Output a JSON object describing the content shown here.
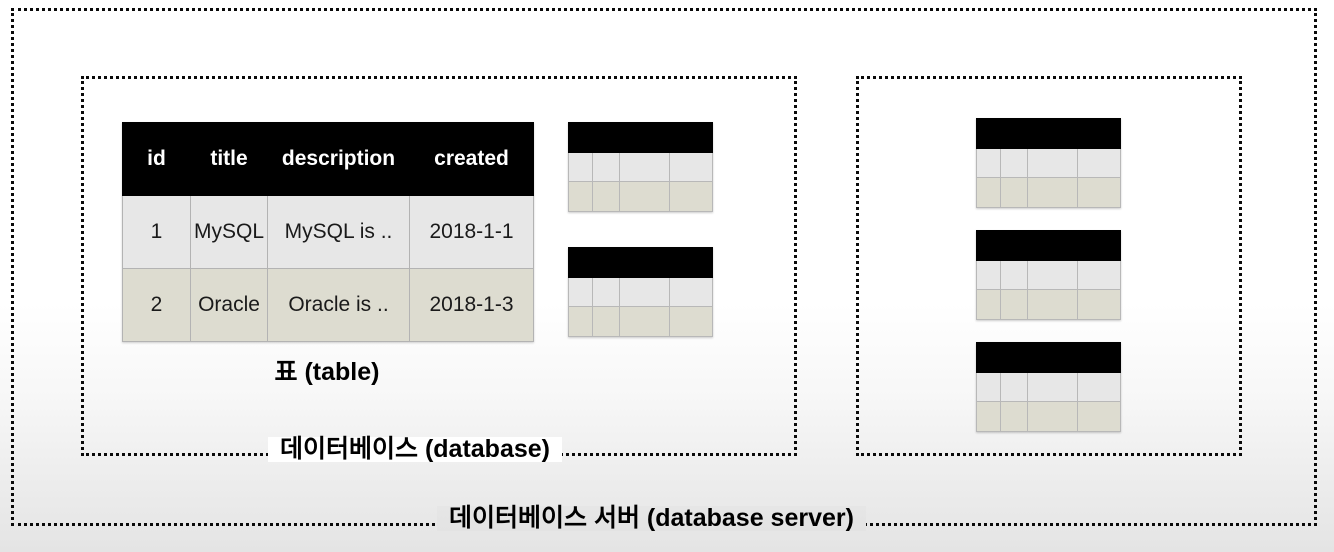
{
  "diagram": {
    "title_outer": "데이터베이스 서버 (database server)",
    "title_inner": "데이터베이스 (database)",
    "table_caption": "표 (table)",
    "colors": {
      "header_bg": "#000000",
      "header_text": "#ffffff",
      "row_odd_bg": "#e7e7e7",
      "row_even_bg": "#dddcd0",
      "border": "#b3b3b3",
      "dotted_border": "#0a0a0a",
      "page_bg_top": "#ffffff",
      "page_bg_bottom": "#e4e4e4"
    }
  },
  "table": {
    "columns": [
      "id",
      "title",
      "description",
      "created"
    ],
    "rows": [
      {
        "id": "1",
        "title": "MySQL",
        "description": "MySQL is ..",
        "created": "2018-1-1"
      },
      {
        "id": "2",
        "title": "Oracle",
        "description": "Oracle is ..",
        "created": "2018-1-3"
      }
    ]
  },
  "mini_tables": {
    "count_left": 2,
    "count_right": 3,
    "columns": 4,
    "rows": 3,
    "note": "header row plus two data rows, no text"
  }
}
